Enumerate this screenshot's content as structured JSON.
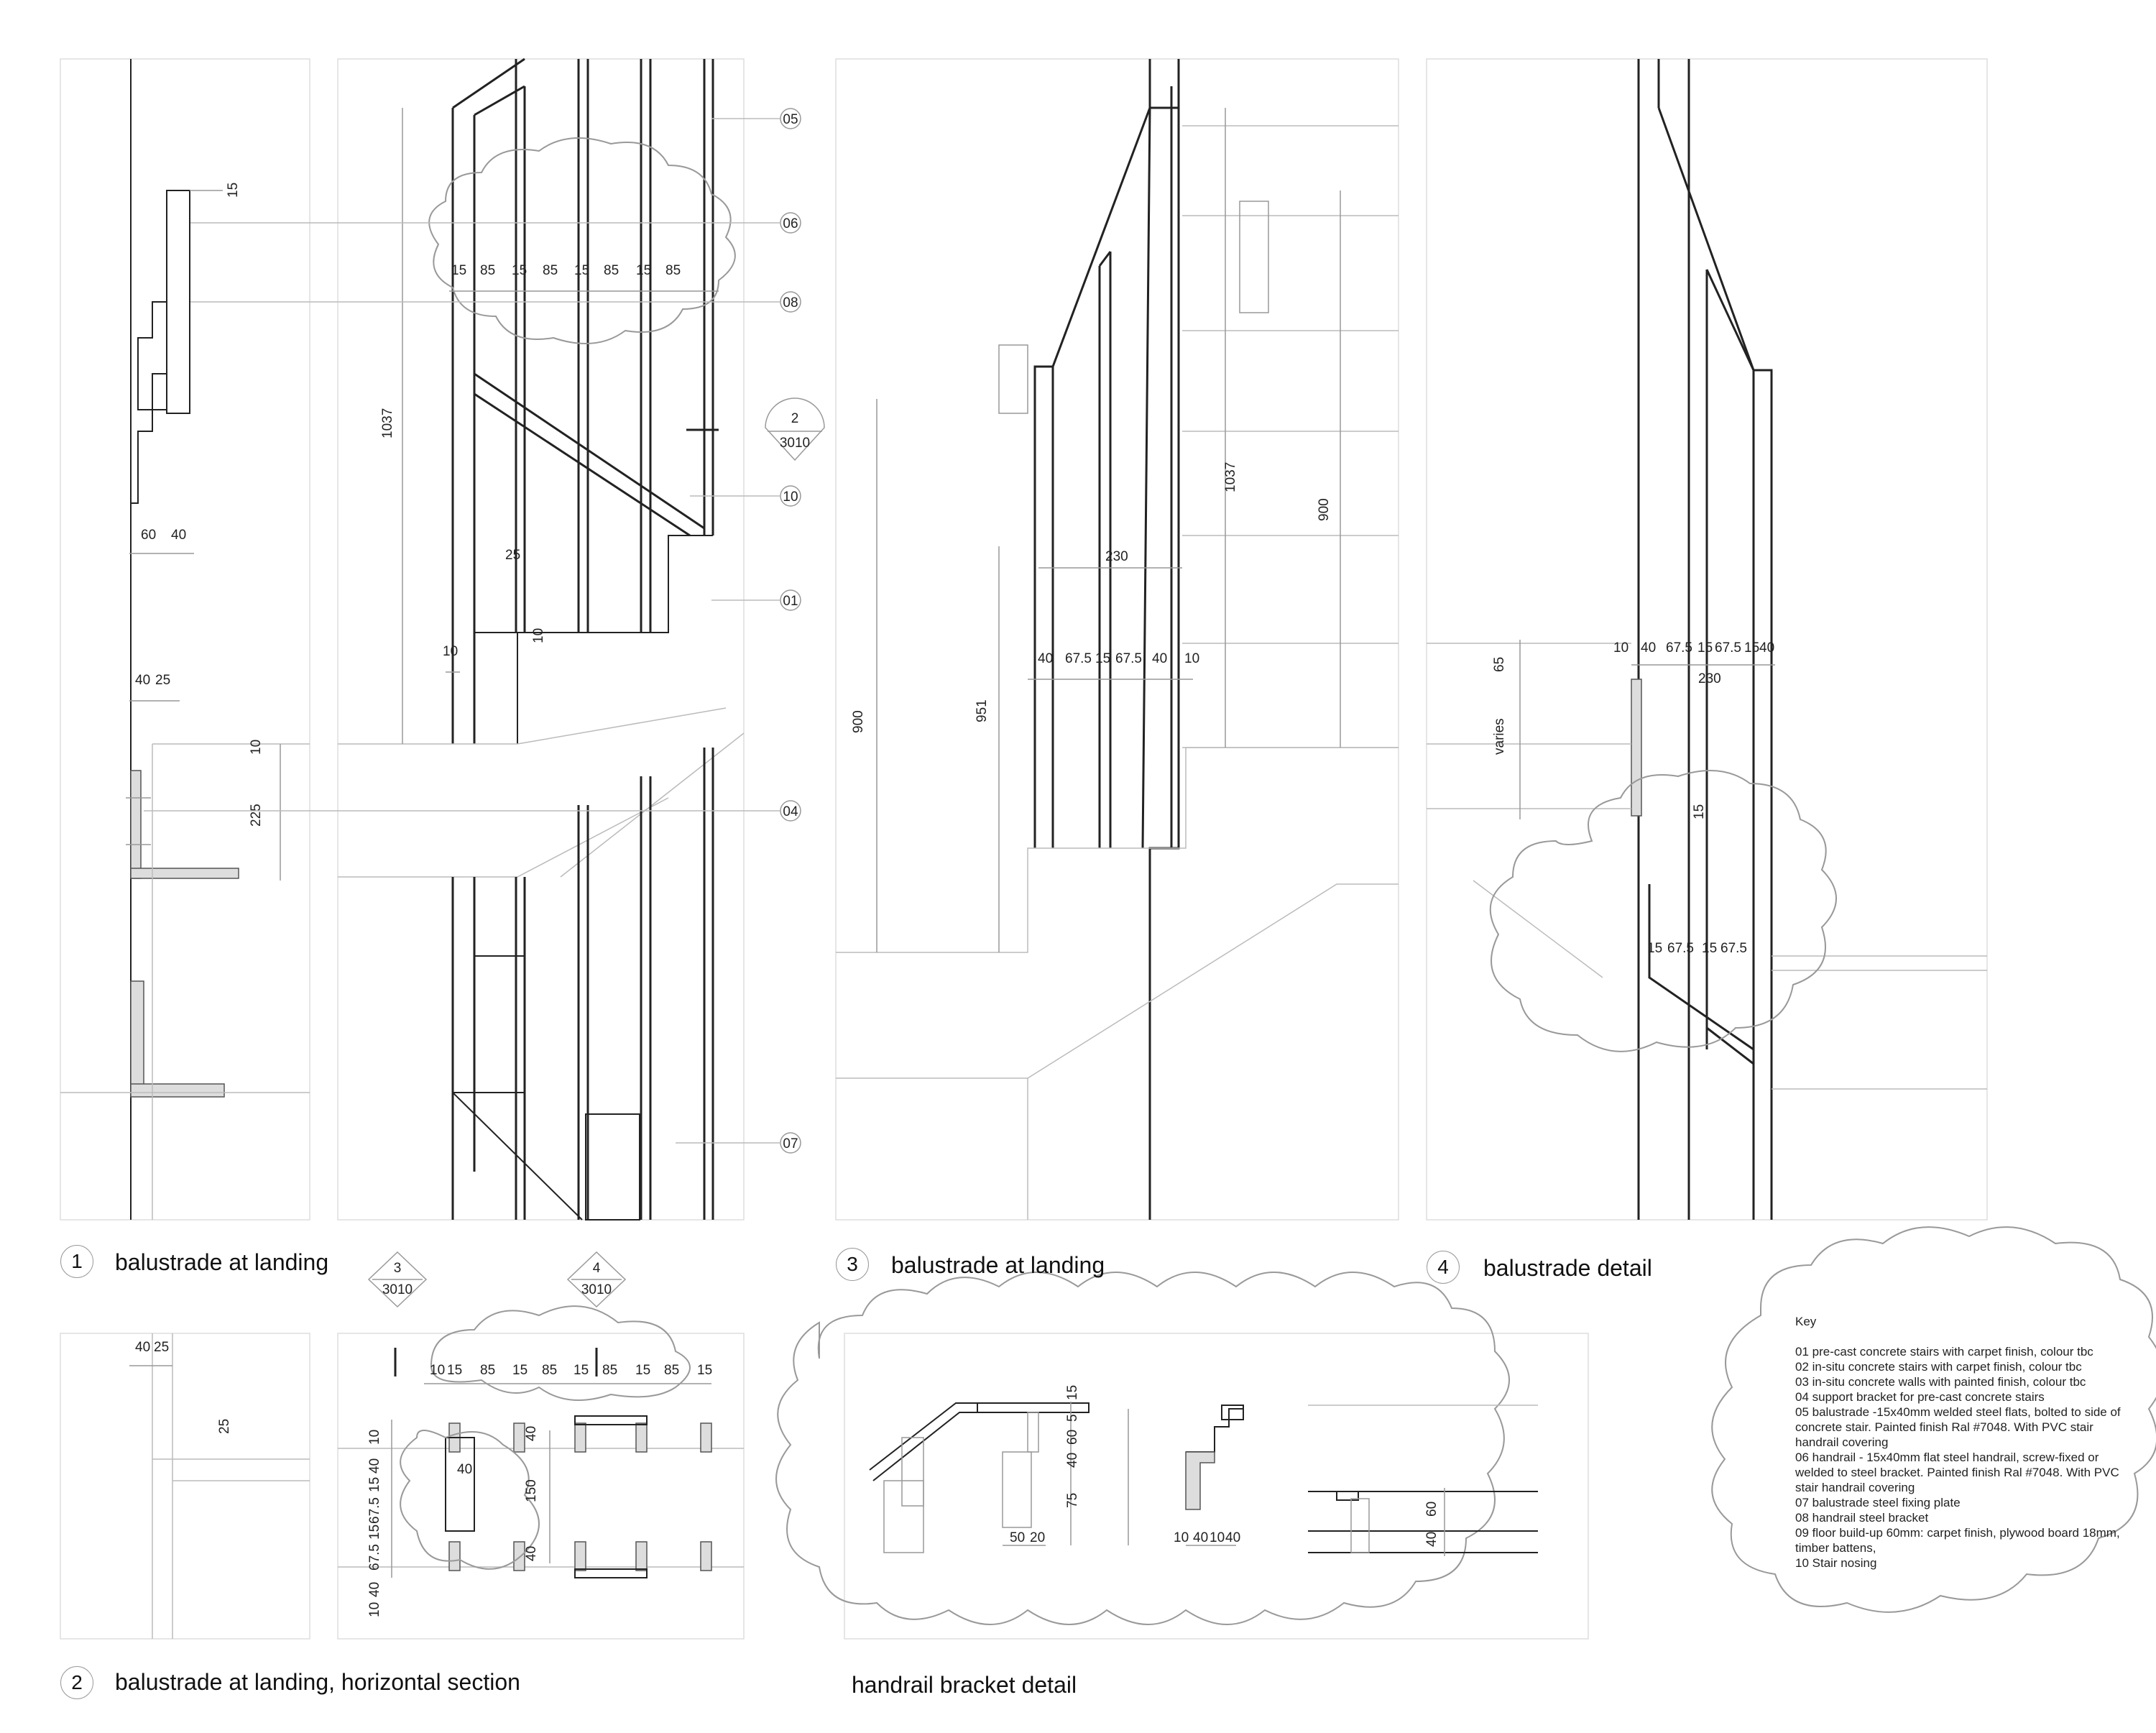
{
  "views": [
    {
      "num": "1",
      "title": "balustrade at landing"
    },
    {
      "num": "3",
      "title": "balustrade at landing"
    },
    {
      "num": "4",
      "title": "balustrade detail"
    },
    {
      "num": "2",
      "title": "balustrade at landing, horizontal section"
    },
    {
      "num": "",
      "title": "handrail bracket detail"
    }
  ],
  "section_markers": [
    {
      "num": "2",
      "sheet": "3010"
    },
    {
      "num": "3",
      "sheet": "3010"
    },
    {
      "num": "4",
      "sheet": "3010"
    }
  ],
  "tags": [
    "05",
    "06",
    "08",
    "10",
    "01",
    "04",
    "07"
  ],
  "dimensions": {
    "view1": [
      "15",
      "60",
      "40",
      "40",
      "25",
      "10",
      "225"
    ],
    "view_main": [
      "15",
      "85",
      "15",
      "85",
      "15",
      "85",
      "15",
      "85",
      "1037",
      "25",
      "10",
      "10"
    ],
    "view3": [
      "230",
      "40",
      "67.5",
      "15",
      "67.5",
      "40",
      "10",
      "900",
      "951",
      "1037",
      "900"
    ],
    "view4": [
      "10",
      "40",
      "67.5",
      "15",
      "67.5",
      "15",
      "40",
      "230",
      "65",
      "varies",
      "15",
      "15",
      "67.5",
      "15",
      "67.5"
    ],
    "view2_left": [
      "40",
      "25",
      "25"
    ],
    "view2_main": [
      "10",
      "15",
      "85",
      "15",
      "85",
      "15",
      "85",
      "15",
      "85",
      "15",
      "10",
      "40",
      "15",
      "67.5",
      "15",
      "67.5",
      "40",
      "10",
      "40",
      "40",
      "150",
      "40"
    ],
    "bracket": [
      "15",
      "5",
      "60",
      "40",
      "75",
      "50",
      "20",
      "10",
      "40",
      "10",
      "40",
      "60",
      "40"
    ]
  },
  "key": {
    "heading": "Key",
    "items": [
      "01 pre-cast concrete stairs with carpet finish, colour tbc",
      "02 in-situ concrete stairs with carpet finish, colour tbc",
      "03 in-situ concrete walls with painted finish, colour tbc",
      "04 support  bracket for pre-cast concrete stairs",
      "05 balustrade -15x40mm welded steel flats, bolted to side of concrete stair. Painted finish Ral #7048. With PVC stair handrail covering",
      "06 handrail - 15x40mm flat steel handrail, screw-fixed or welded to steel bracket. Painted finish Ral #7048. With PVC stair handrail covering",
      "07 balustrade steel fixing plate",
      "08 handrail steel bracket",
      "09 floor build-up 60mm: carpet finish, plywood board 18mm, timber battens,",
      "10 Stair nosing"
    ]
  }
}
